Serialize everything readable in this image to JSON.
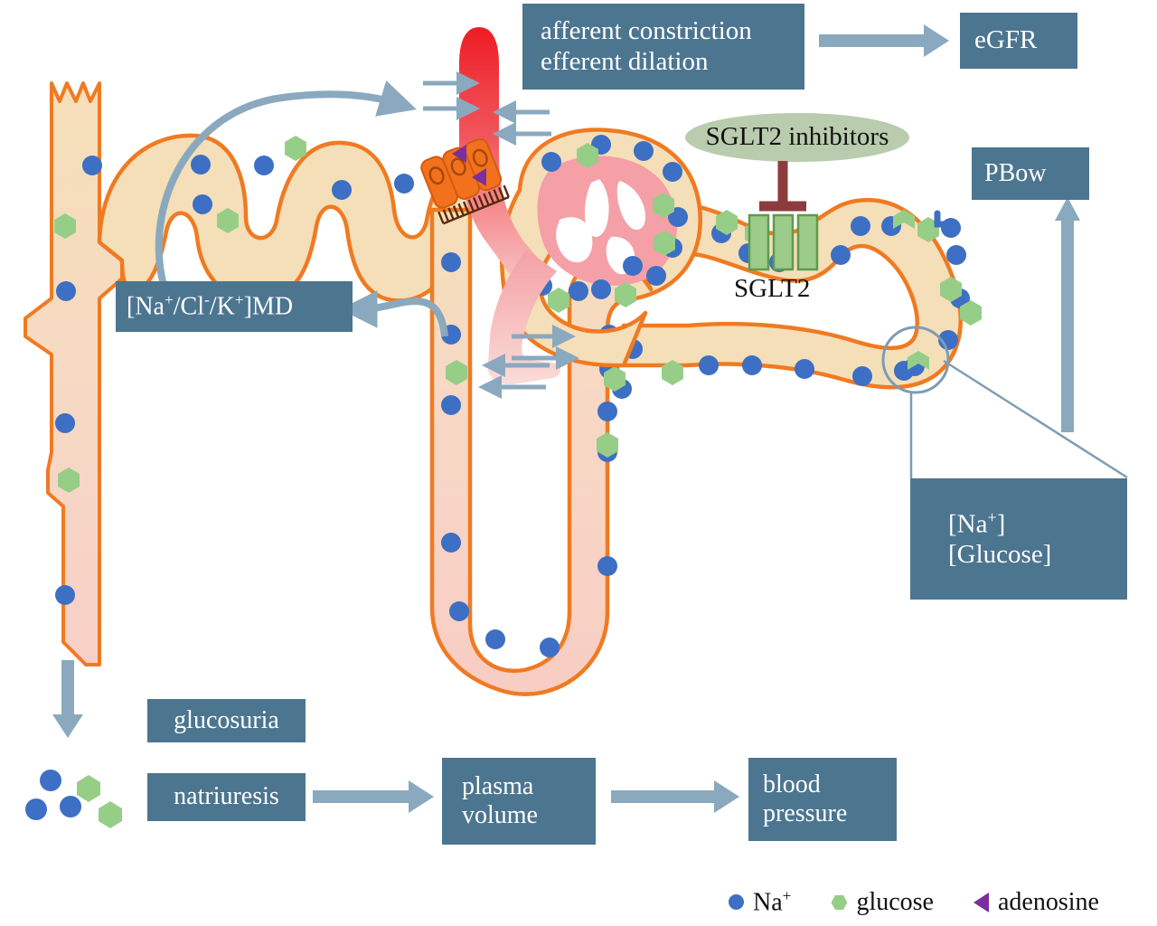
{
  "figure": {
    "topic": "SGLT2 inhibitor mechanism in the nephron",
    "colors": {
      "box_fill": "#4c7590",
      "arrow_grey_blue": "#8aa9bf",
      "tubule_outline": "#f07a22",
      "tubule_fill": "#f5dfb8",
      "loop_fill": "#f7d8cc",
      "na_blue": "#3d6fc4",
      "glucose_green": "#96ce88",
      "adenosine_purple": "#7b2f9e",
      "afferent_red": "#ee1c25",
      "glomerulus_pink": "#f4a0a6",
      "sglt2_ellipse": "#b9ccae",
      "inhibitor_bar": "#8c3b3f",
      "macula_densa_orange": "#f2711c"
    }
  },
  "boxes": {
    "afferent": {
      "line1": "afferent constriction",
      "line2": "efferent dilation"
    },
    "egfr": {
      "label": "eGFR",
      "arrow": "down"
    },
    "pbow": {
      "label": "PBow",
      "arrow": "up"
    },
    "macula_densa": {
      "label": "[Na+/Cl-/K+]MD",
      "arrow": "up"
    },
    "na_glucose": {
      "line1": "[Na+]",
      "line2": "[Glucose]",
      "arrow1": "up",
      "arrow2": "up"
    },
    "glucosuria": {
      "label": "glucosuria"
    },
    "natriuresis": {
      "label": "natriuresis"
    },
    "plasma_volume": {
      "line1": "plasma",
      "line2": "volume",
      "arrow": "down"
    },
    "blood_pressure": {
      "line1": "blood",
      "line2": "pressure",
      "arrow": "down"
    }
  },
  "labels": {
    "sglt2_inhibitors": "SGLT2 inhibitors",
    "sglt2": "SGLT2"
  },
  "legend": {
    "items": [
      {
        "icon": "na-dot-icon",
        "label": "Na+"
      },
      {
        "icon": "glucose-hexagon-icon",
        "label": "glucose"
      },
      {
        "icon": "adenosine-triangle-icon",
        "label": "adenosine"
      }
    ]
  }
}
